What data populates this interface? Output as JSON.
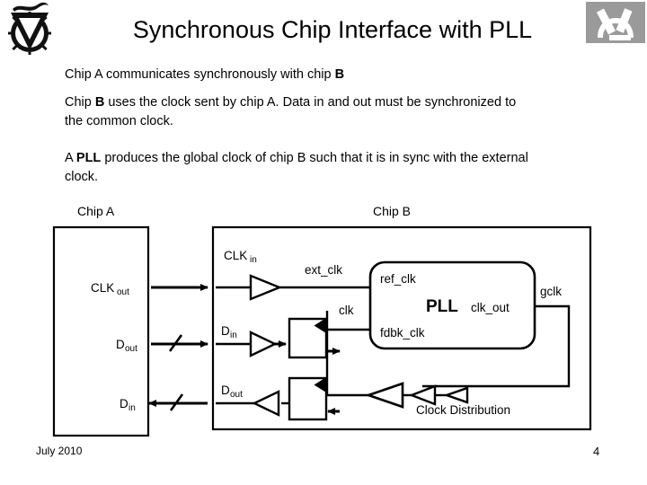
{
  "slide": {
    "title": "Synchronous Chip Interface with PLL",
    "logos": {
      "left": "technion-logo",
      "right": "lab-badge-logo"
    },
    "body": [
      {
        "id": "p1",
        "segments": [
          {
            "text": "Chip A communicates synchronously with chip ",
            "bold": false
          },
          {
            "text": "B",
            "bold": true
          }
        ]
      },
      {
        "id": "p2",
        "segments": [
          {
            "text": "Chip ",
            "bold": false
          },
          {
            "text": "B",
            "bold": true
          },
          {
            "text": " uses the clock sent by chip A. Data in and out  must be synchronized to the common clock.",
            "bold": false
          }
        ]
      },
      {
        "id": "p3",
        "segments": [
          {
            "text": "A ",
            "bold": false
          },
          {
            "text": "PLL",
            "bold": true
          },
          {
            "text": " produces the global clock of chip B such that it is in sync with the external clock.",
            "bold": false
          }
        ]
      }
    ],
    "footer": {
      "date": "July 2010",
      "page_number": "4"
    }
  },
  "diagram": {
    "chip_a": {
      "title": "Chip A",
      "ports": [
        {
          "name": "CLK",
          "sub": "out"
        },
        {
          "name": "D",
          "sub": "out"
        },
        {
          "name": "D",
          "sub": "in"
        }
      ]
    },
    "chip_b": {
      "title": "Chip B",
      "ports": [
        {
          "name": "CLK",
          "sub": "in"
        },
        {
          "name": "D",
          "sub": "in"
        },
        {
          "name": "D",
          "sub": "out"
        }
      ]
    },
    "nets": {
      "ext_clk": "ext_clk",
      "clk": "clk",
      "gclk": "gclk"
    },
    "pll": {
      "name": "PLL",
      "ref_clk": "ref_clk",
      "fdbk_clk": "fdbk_clk",
      "clk_out": "clk_out"
    },
    "clock_distribution": "Clock Distribution"
  }
}
